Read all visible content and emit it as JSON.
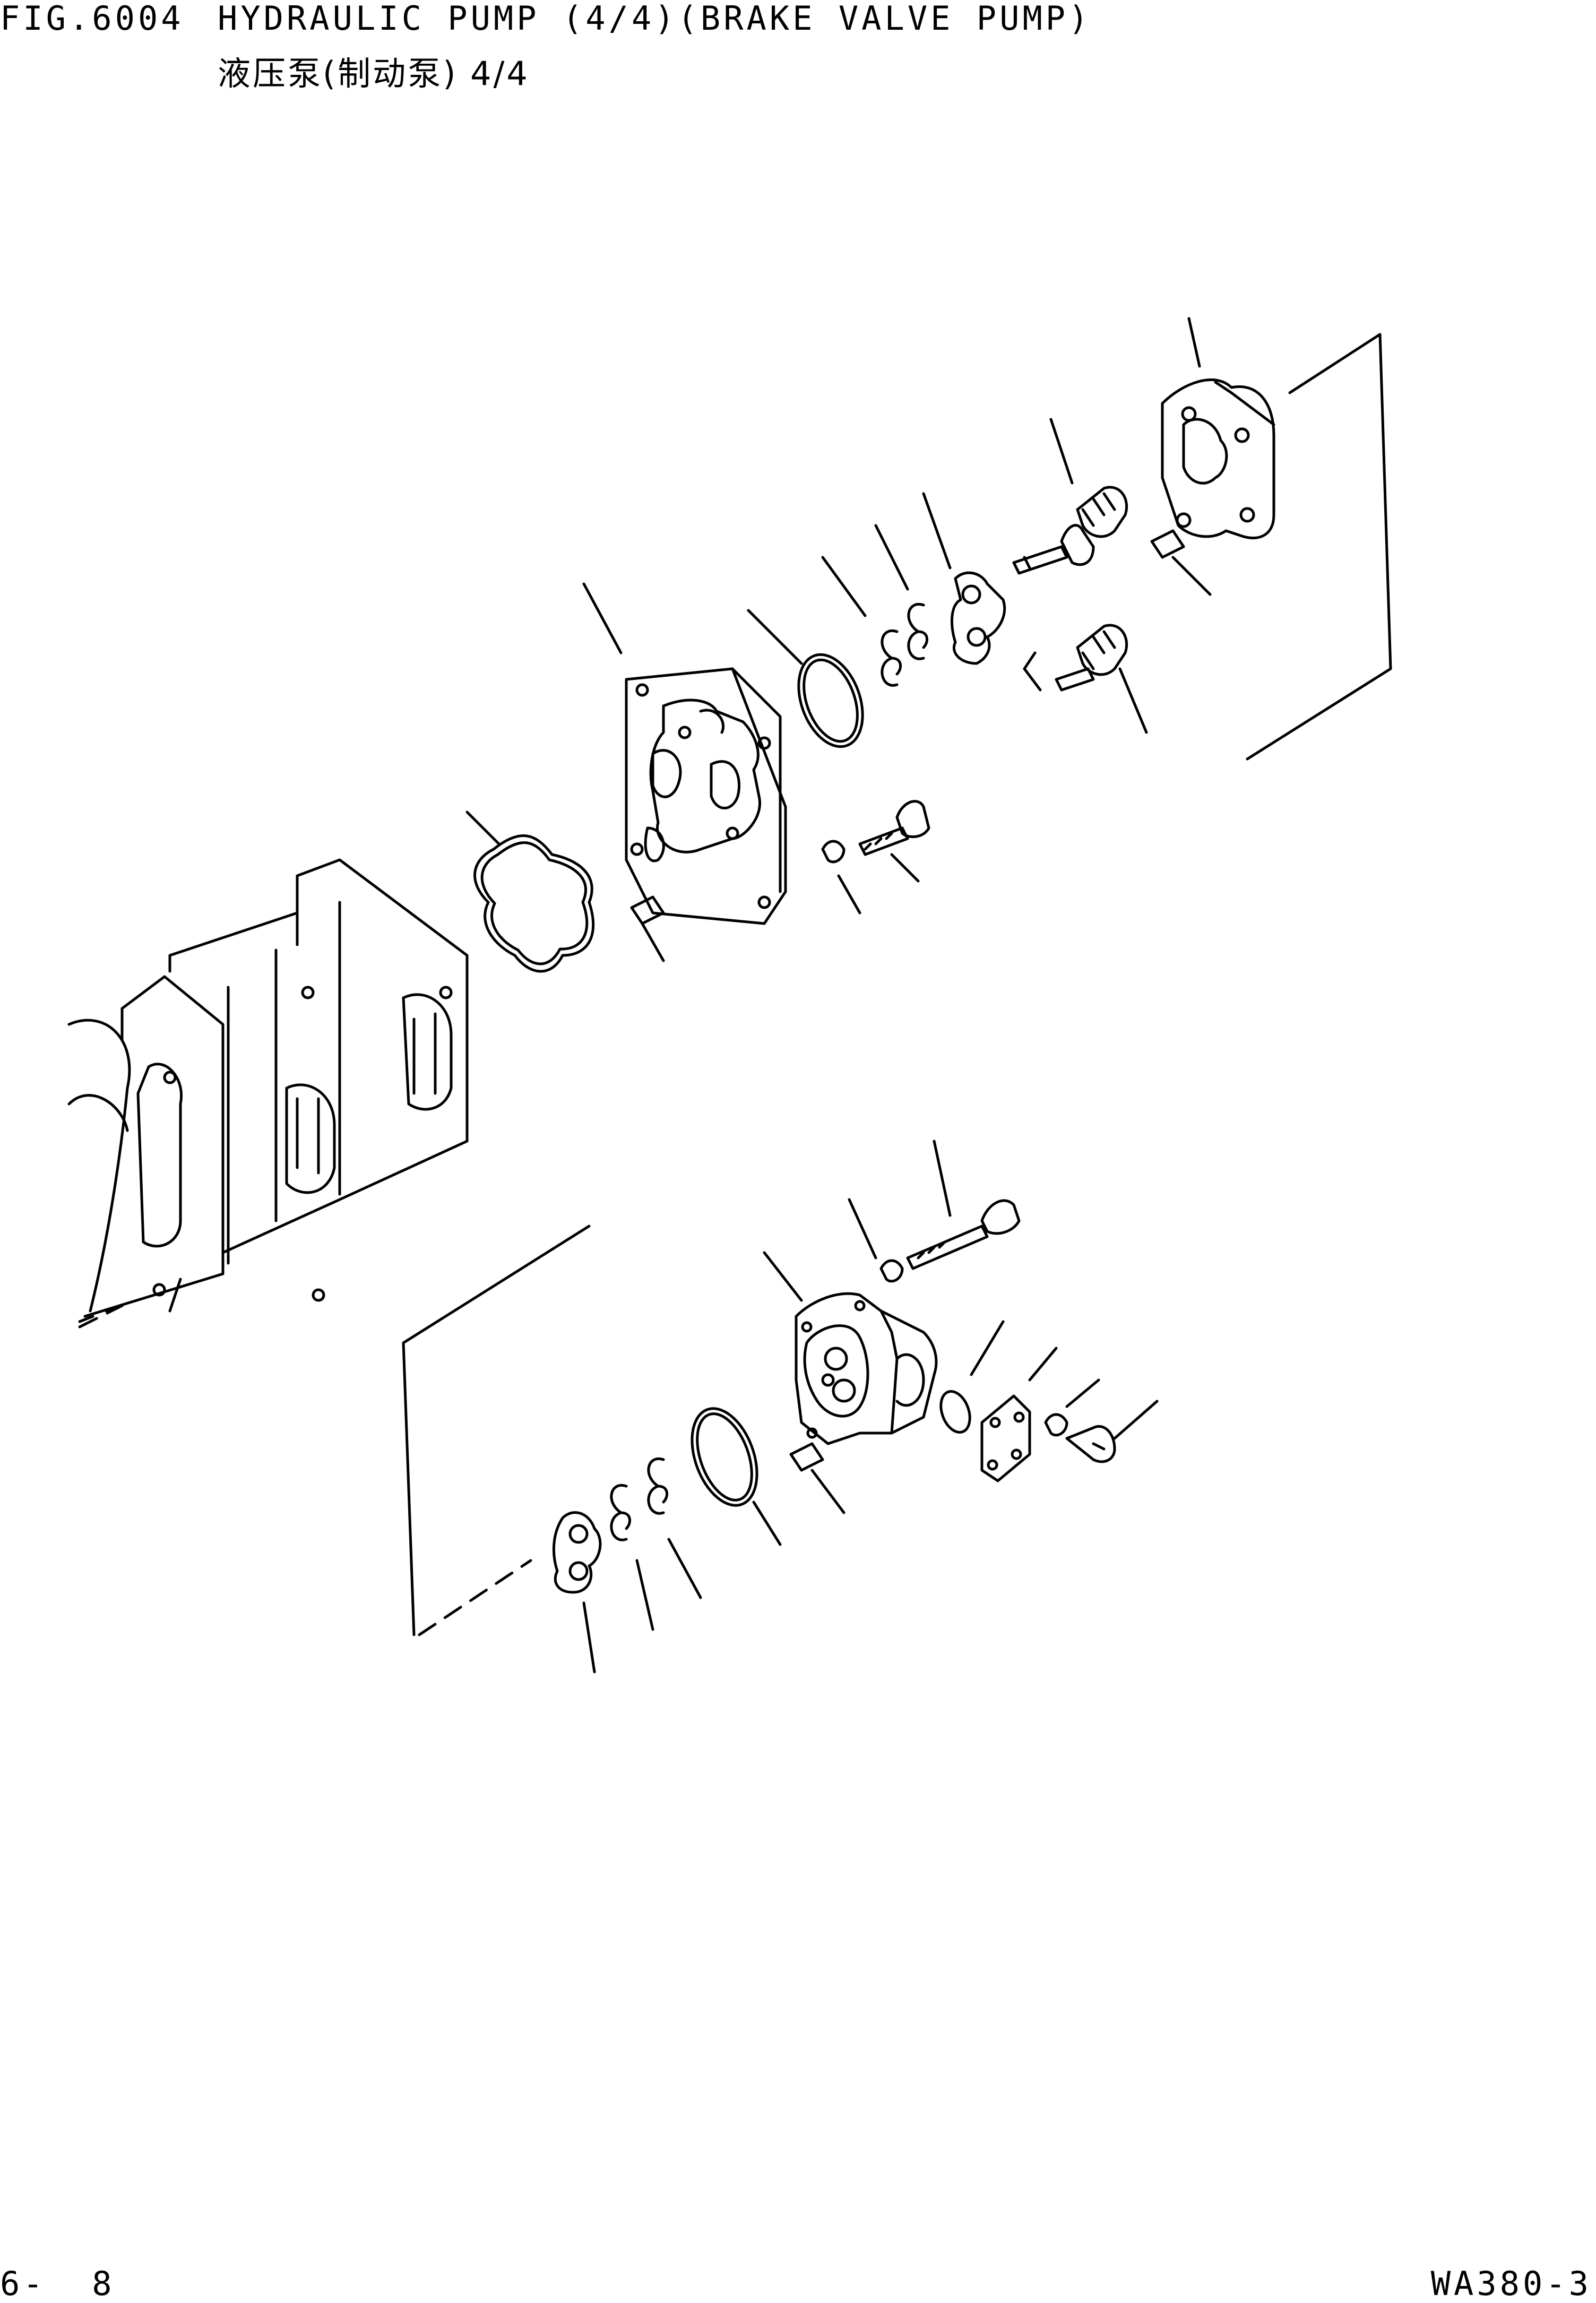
{
  "header": {
    "fig_label": "FIG.6004",
    "title": "HYDRAULIC PUMP (4/4)(BRAKE VALVE PUMP)",
    "subtitle": "液压泵(制动泵) 4/4"
  },
  "footer": {
    "page_number": "6-  8",
    "model": "WA380-3"
  }
}
